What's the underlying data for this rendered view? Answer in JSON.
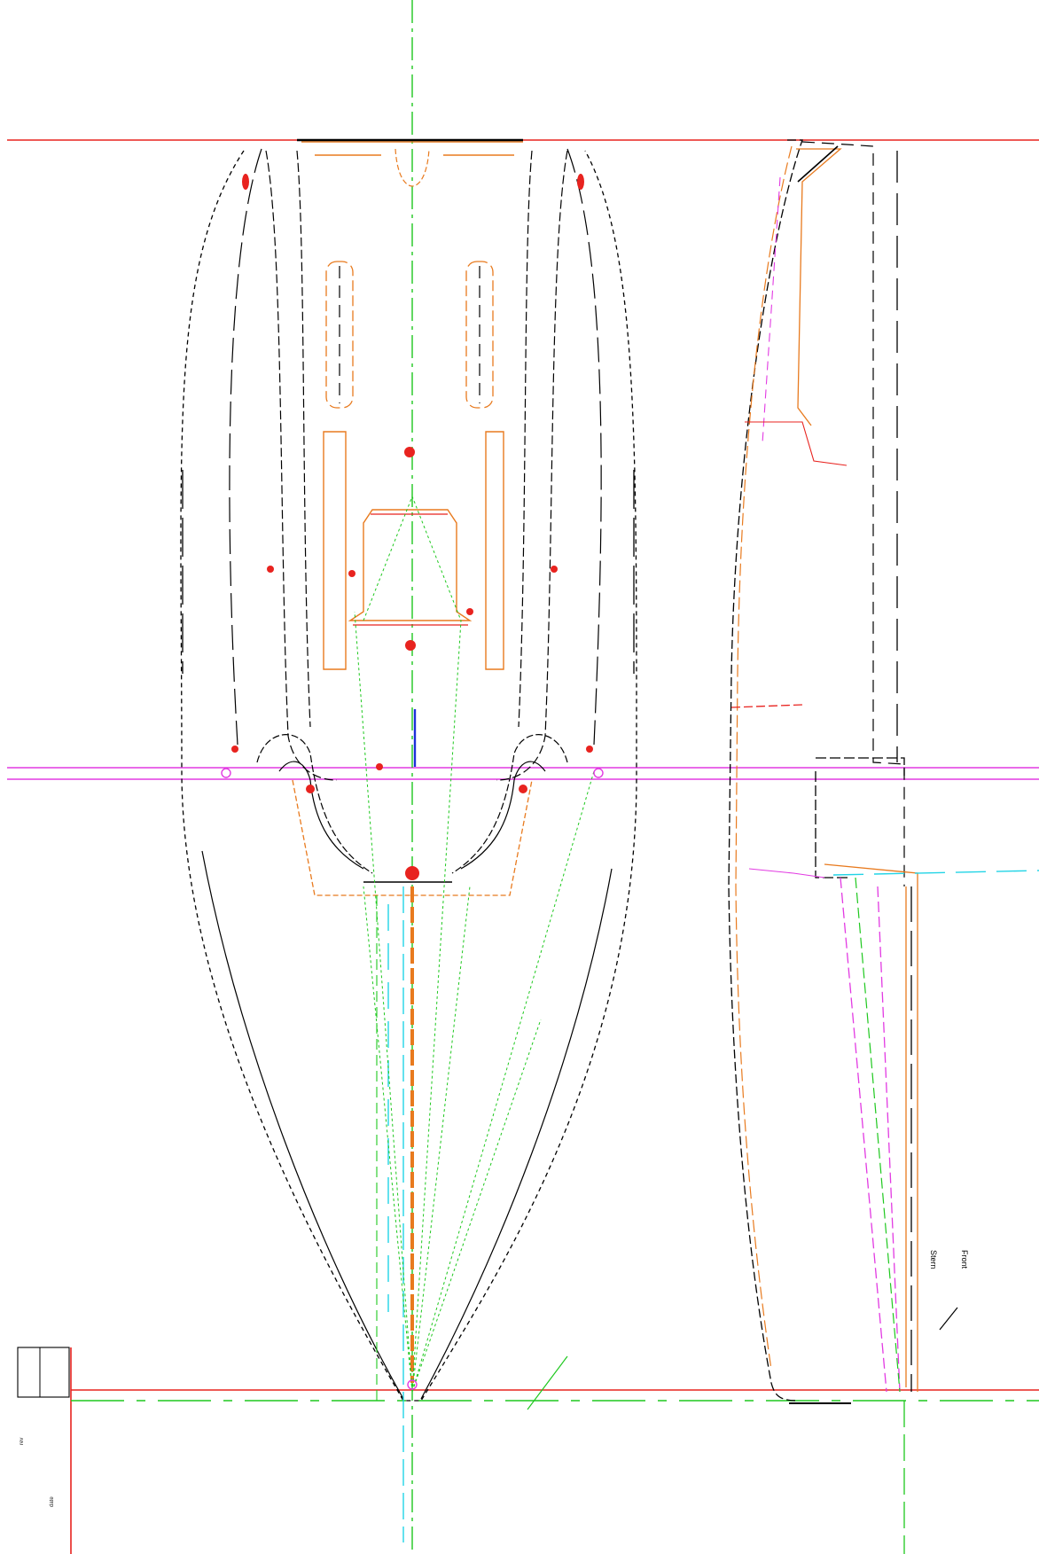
{
  "colors": {
    "black": "#000000",
    "red": "#e8231f",
    "orange": "#e87a1e",
    "green": "#1ec81e",
    "magenta": "#e23ae2",
    "cyan": "#22d4e6",
    "blue": "#1c2fd8"
  },
  "labels": {
    "front": "Front",
    "rear_label": "Stern"
  },
  "title_block": {
    "line1": "rev",
    "line2": "date"
  }
}
